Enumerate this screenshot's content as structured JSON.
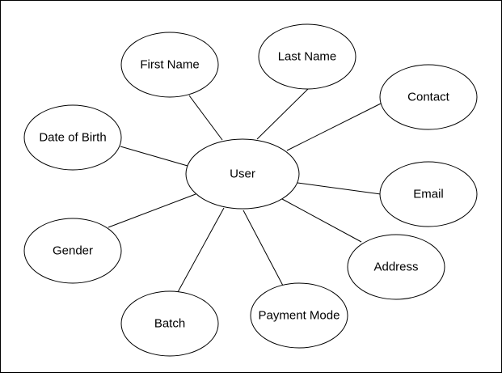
{
  "diagram": {
    "center": {
      "id": "user",
      "label": "User"
    },
    "attributes": [
      {
        "id": "first-name",
        "label": "First Name"
      },
      {
        "id": "last-name",
        "label": "Last Name"
      },
      {
        "id": "contact",
        "label": "Contact"
      },
      {
        "id": "date-of-birth",
        "label": "Date of Birth"
      },
      {
        "id": "email",
        "label": "Email"
      },
      {
        "id": "gender",
        "label": "Gender"
      },
      {
        "id": "address",
        "label": "Address"
      },
      {
        "id": "batch",
        "label": "Batch"
      },
      {
        "id": "payment-mode",
        "label": "Payment Mode"
      }
    ]
  }
}
